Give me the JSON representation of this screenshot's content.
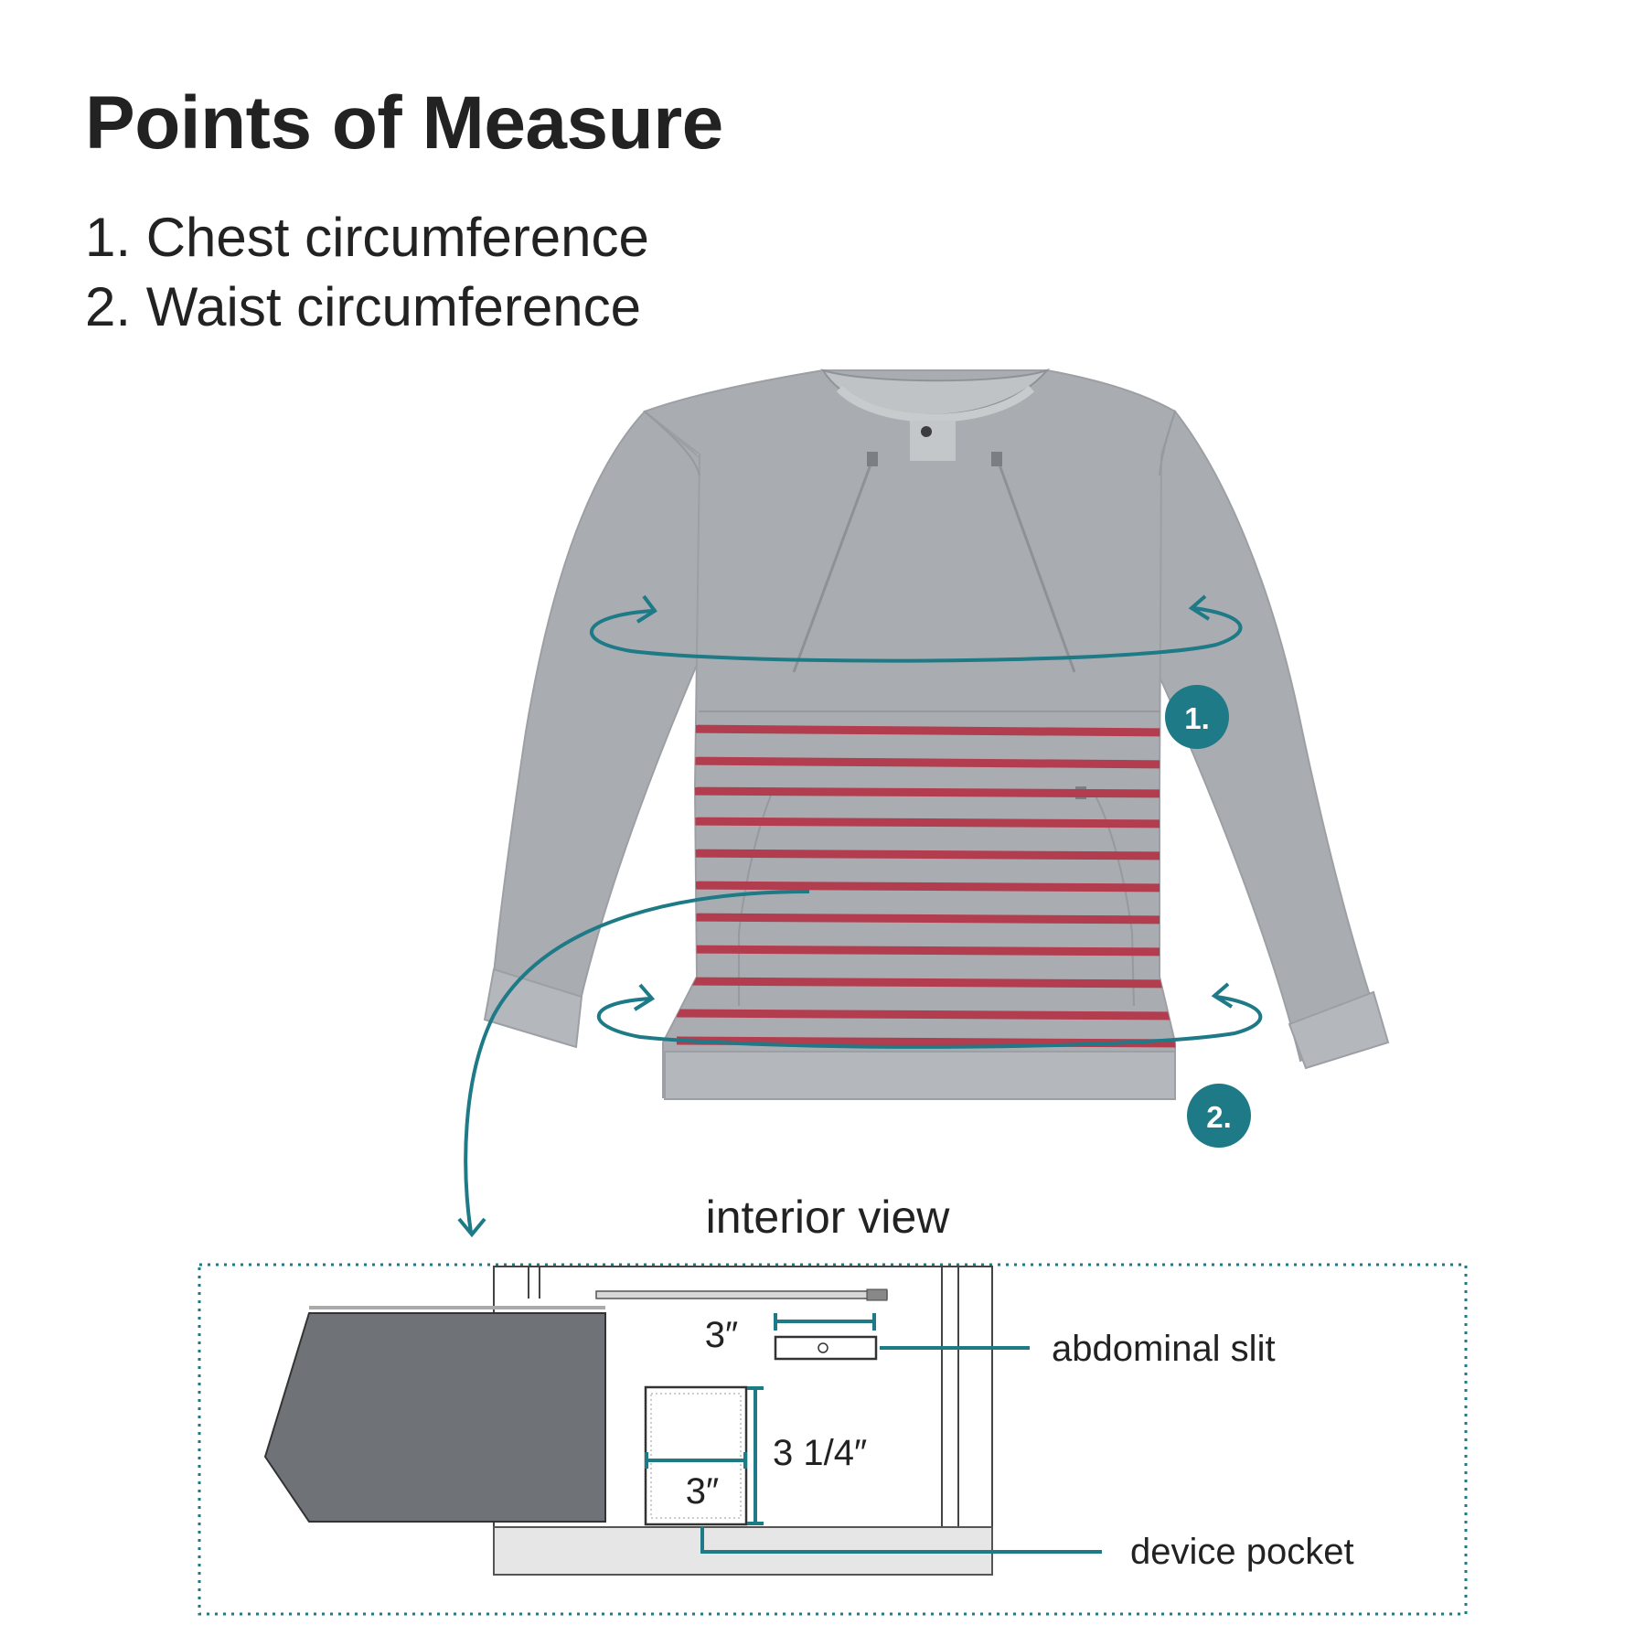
{
  "title": "Points of Measure",
  "measures": [
    {
      "label": "1. Chest circumference"
    },
    {
      "label": "2. Waist circumference"
    }
  ],
  "markers": {
    "chest": "1.",
    "waist": "2."
  },
  "interior": {
    "title": "interior view",
    "slit_width": "3″",
    "abdominal_slit_label": "abdominal slit",
    "pocket_height": "3 1/4″",
    "pocket_width": "3″",
    "device_pocket_label": "device pocket"
  },
  "colors": {
    "accent_teal": "#1d7a86",
    "sweater_gray": "#a9adb1",
    "stripe_red": "#b13d4e",
    "panel_dark_gray": "#6f7378",
    "text": "#222222"
  },
  "icons": {
    "chest_arrow": "circular-arrow-icon",
    "waist_arrow": "circular-arrow-icon",
    "callout_arrow": "curved-arrow-icon"
  }
}
